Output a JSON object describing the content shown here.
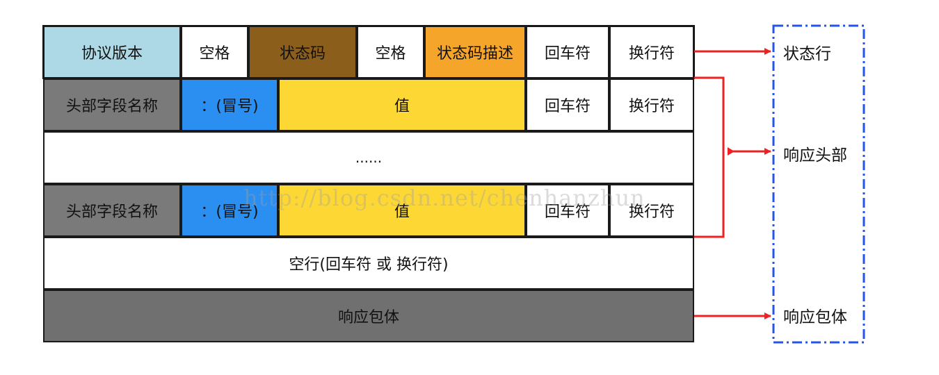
{
  "status_line": {
    "protocol_version": "协议版本",
    "space_1": "空格",
    "status_code": "状态码",
    "space_2": "空格",
    "status_description": "状态码描述",
    "carriage_return": "回车符",
    "line_feed": "换行符"
  },
  "header_rows": [
    {
      "field_name": "头部字段名称",
      "colon": "：(冒号)",
      "value": "值",
      "carriage_return": "回车符",
      "line_feed": "换行符"
    },
    {
      "field_name": "头部字段名称",
      "colon": "：(冒号)",
      "value": "值",
      "carriage_return": "回车符",
      "line_feed": "换行符"
    }
  ],
  "ellipsis": "......",
  "blank_line": "空行(回车符 或 换行符)",
  "body": "响应包体",
  "labels": {
    "status_line": "状态行",
    "headers": "响应头部",
    "body": "响应包体"
  },
  "watermark": "http://blog.csdn.net/chenhanzhun",
  "colors": {
    "protocol": "#add8e6",
    "status_code": "#8b5e1c",
    "status_desc": "#f5a52a",
    "field_name": "#7a7a7a",
    "colon": "#2a8ff0",
    "value": "#fdd835",
    "body": "#707070",
    "arrow": "#ee2222",
    "bracket": "#2255ee"
  }
}
